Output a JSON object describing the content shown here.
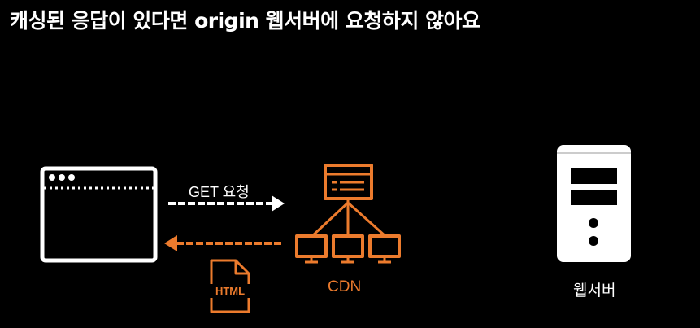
{
  "title": "캐싱된 응답이 있다면 origin 웹서버에 요청하지 않아요",
  "request": {
    "label": "GET 요청"
  },
  "response": {
    "file_label": "HTML"
  },
  "cdn": {
    "label": "CDN"
  },
  "server": {
    "label": "웹서버"
  },
  "colors": {
    "background": "#000000",
    "foreground": "#ffffff",
    "accent": "#ec7b2d"
  },
  "icons": [
    "browser-window-icon",
    "cdn-network-icon",
    "html-file-icon",
    "server-tower-icon"
  ]
}
